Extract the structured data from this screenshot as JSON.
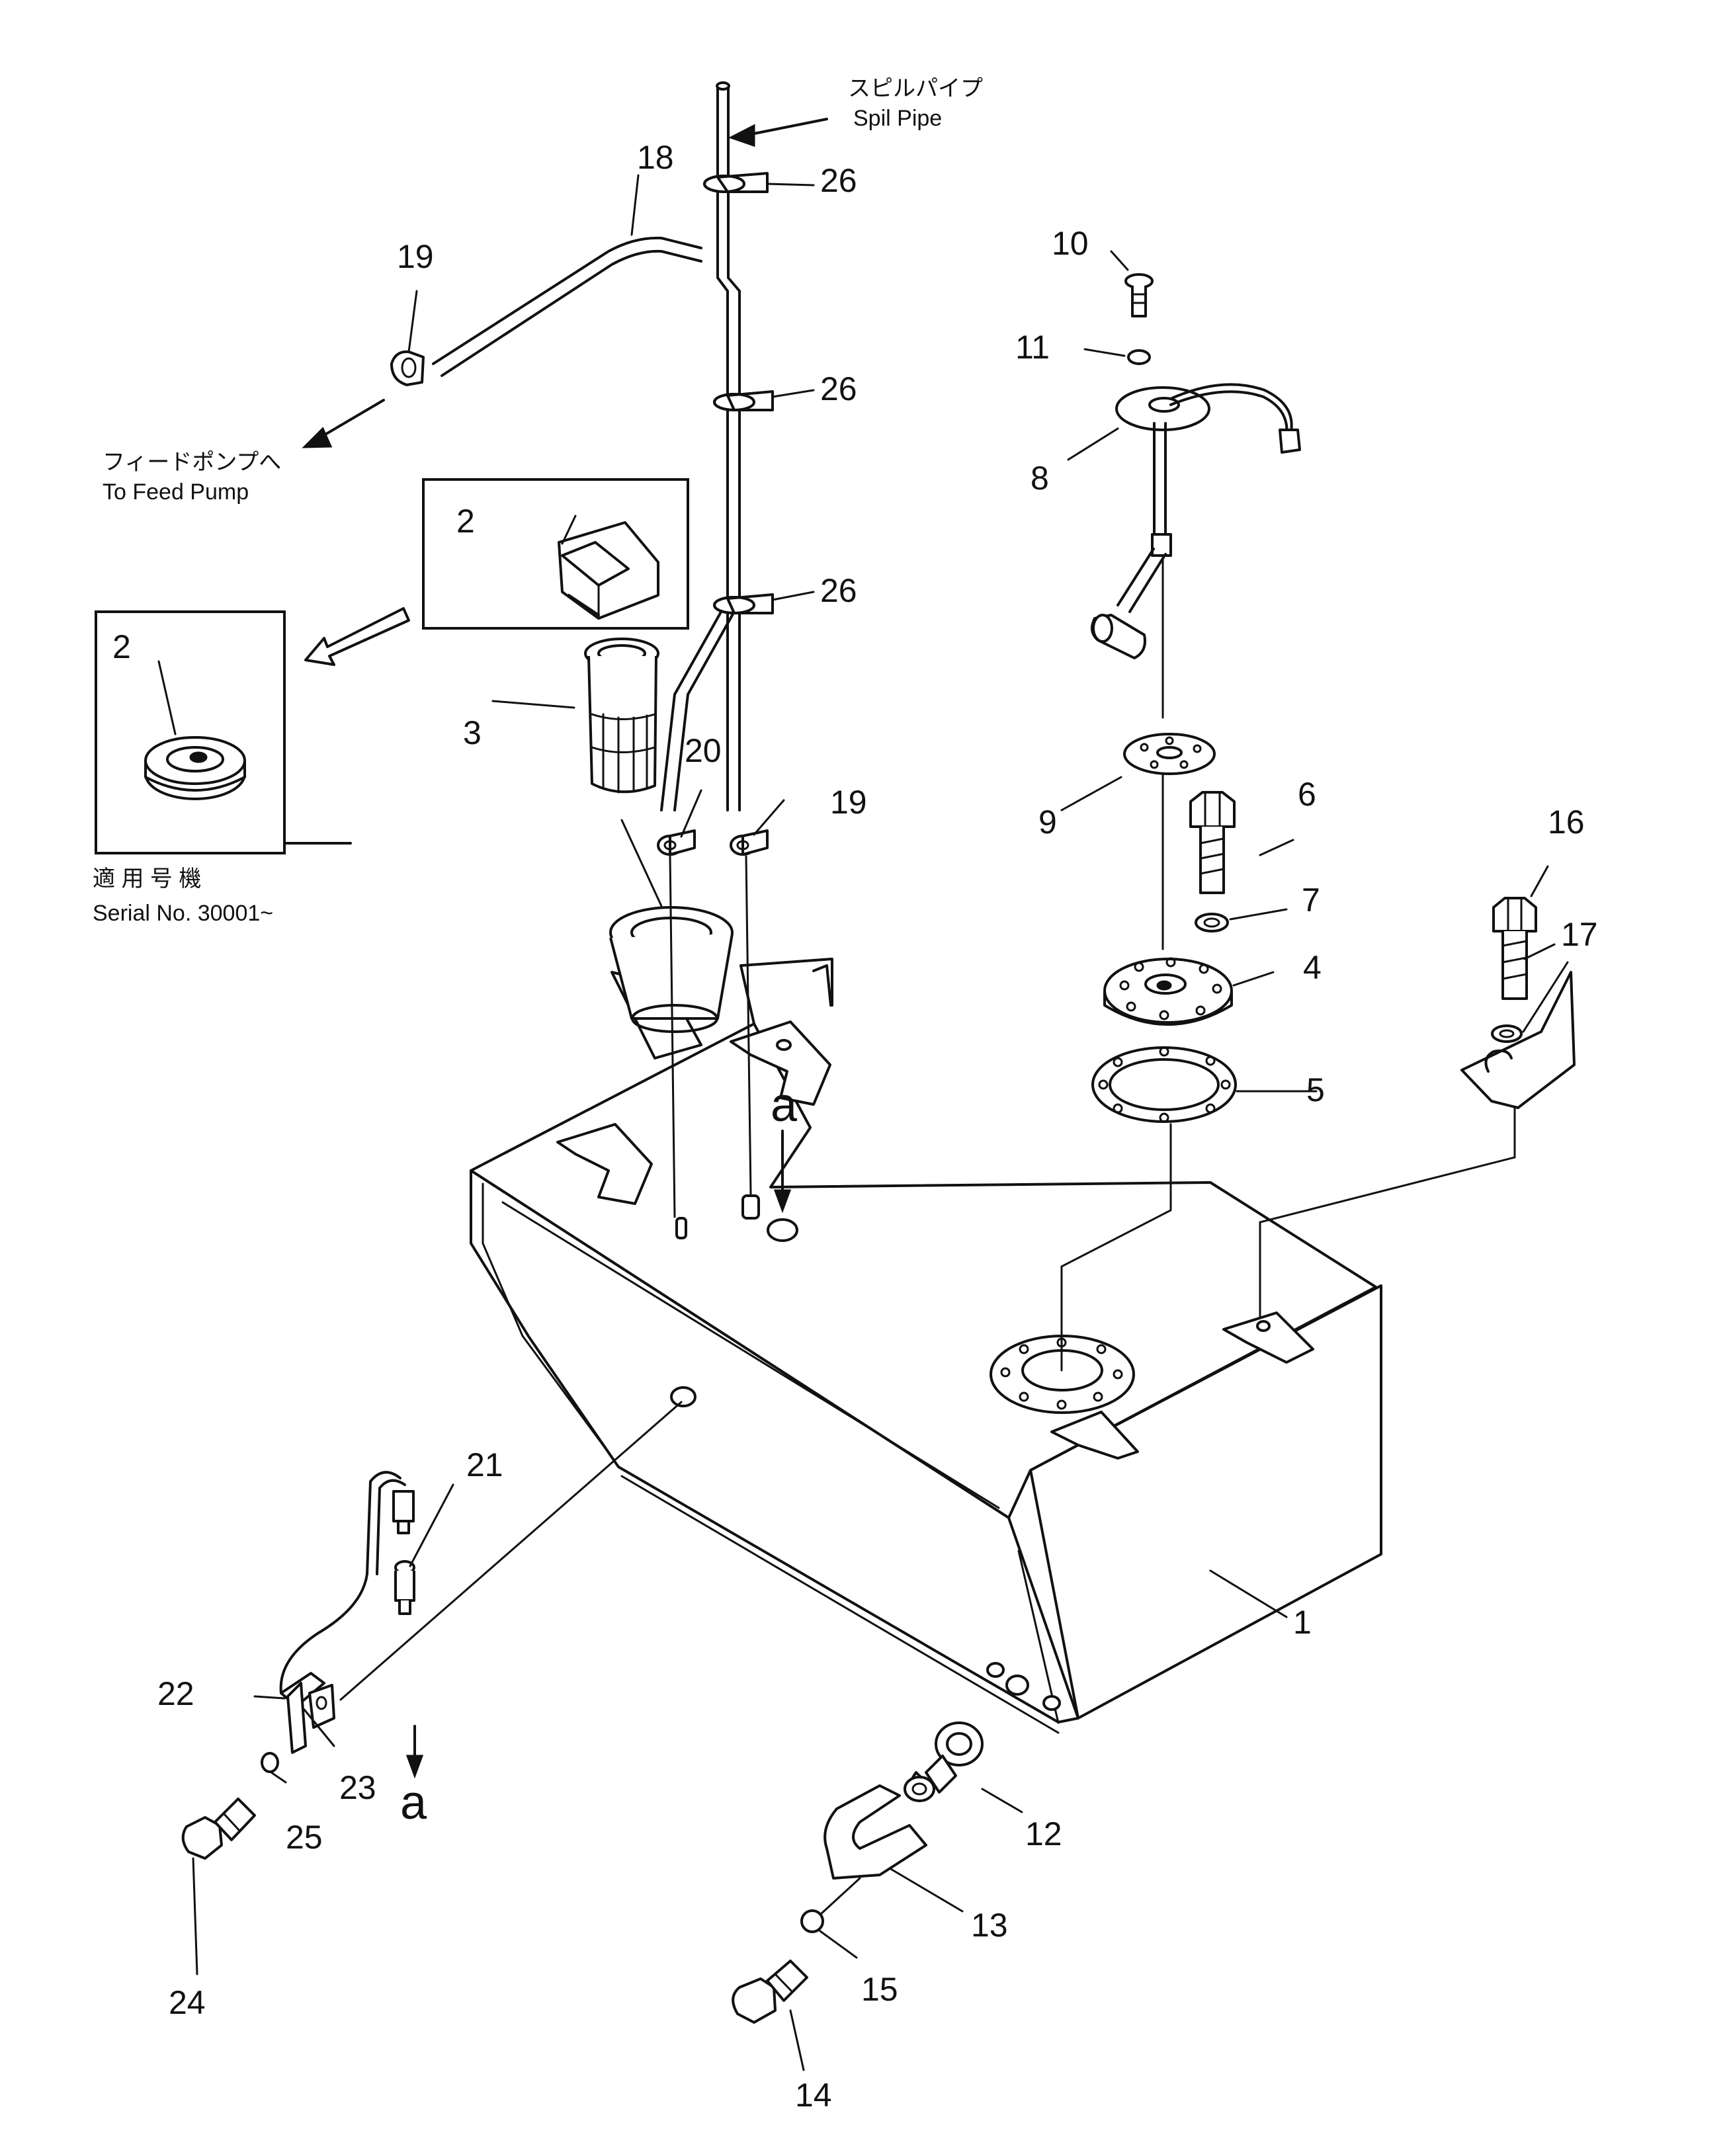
{
  "annotations": {
    "spill_pipe_jp": "スピルパイプ",
    "spill_pipe_en": "Spil Pipe",
    "feed_pump_jp": "フィードポンプへ",
    "feed_pump_en": "To Feed Pump",
    "serial_jp": "適 用 号 機",
    "serial_en": "Serial No. 30001~",
    "view_a_top": "a",
    "view_a_bottom": "a"
  },
  "callouts": {
    "p1": "1",
    "p2_box1": "2",
    "p2_box2": "2",
    "p3": "3",
    "p4": "4",
    "p5": "5",
    "p6": "6",
    "p7": "7",
    "p8": "8",
    "p9": "9",
    "p10": "10",
    "p11": "11",
    "p12": "12",
    "p13": "13",
    "p14": "14",
    "p15": "15",
    "p16": "16",
    "p17": "17",
    "p18": "18",
    "p19_top": "19",
    "p19_mid": "19",
    "p20": "20",
    "p21": "21",
    "p22": "22",
    "p23": "23",
    "p24": "24",
    "p25": "25",
    "p26_top": "26",
    "p26_mid": "26",
    "p26_low": "26"
  },
  "colors": {
    "ink": "#111111",
    "paper": "#ffffff"
  }
}
